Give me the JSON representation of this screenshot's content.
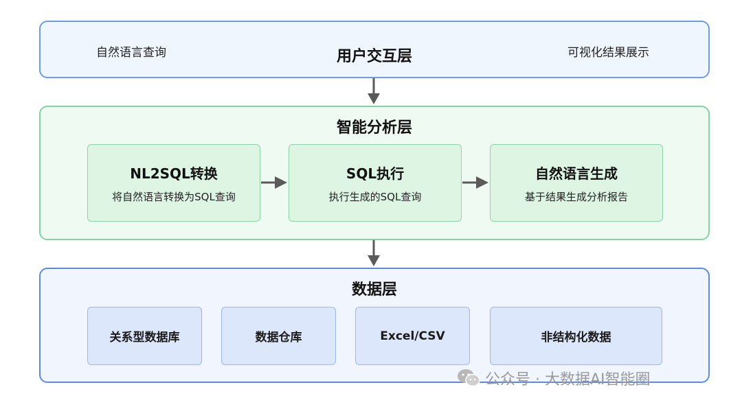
{
  "user_layer": {
    "title": "用户交互层",
    "left_label": "自然语言查询",
    "right_label": "可视化结果展示"
  },
  "ai_layer": {
    "title": "智能分析层",
    "modules": [
      {
        "title": "NL2SQL转换",
        "desc": "将自然语言转换为SQL查询"
      },
      {
        "title": "SQL执行",
        "desc": "执行生成的SQL查询"
      },
      {
        "title": "自然语言生成",
        "desc": "基于结果生成分析报告"
      }
    ]
  },
  "data_layer": {
    "title": "数据层",
    "sources": [
      "关系型数据库",
      "数据仓库",
      "Excel/CSV",
      "非结构化数据"
    ]
  },
  "watermark": {
    "text": "公众号 · 大数据AI智能圈",
    "icon": "wechat-icon"
  },
  "colors": {
    "user_border": "#6b9be0",
    "ai_border": "#7fd4a0",
    "data_border": "#5b8ae0",
    "arrow": "#5a5a5a"
  }
}
